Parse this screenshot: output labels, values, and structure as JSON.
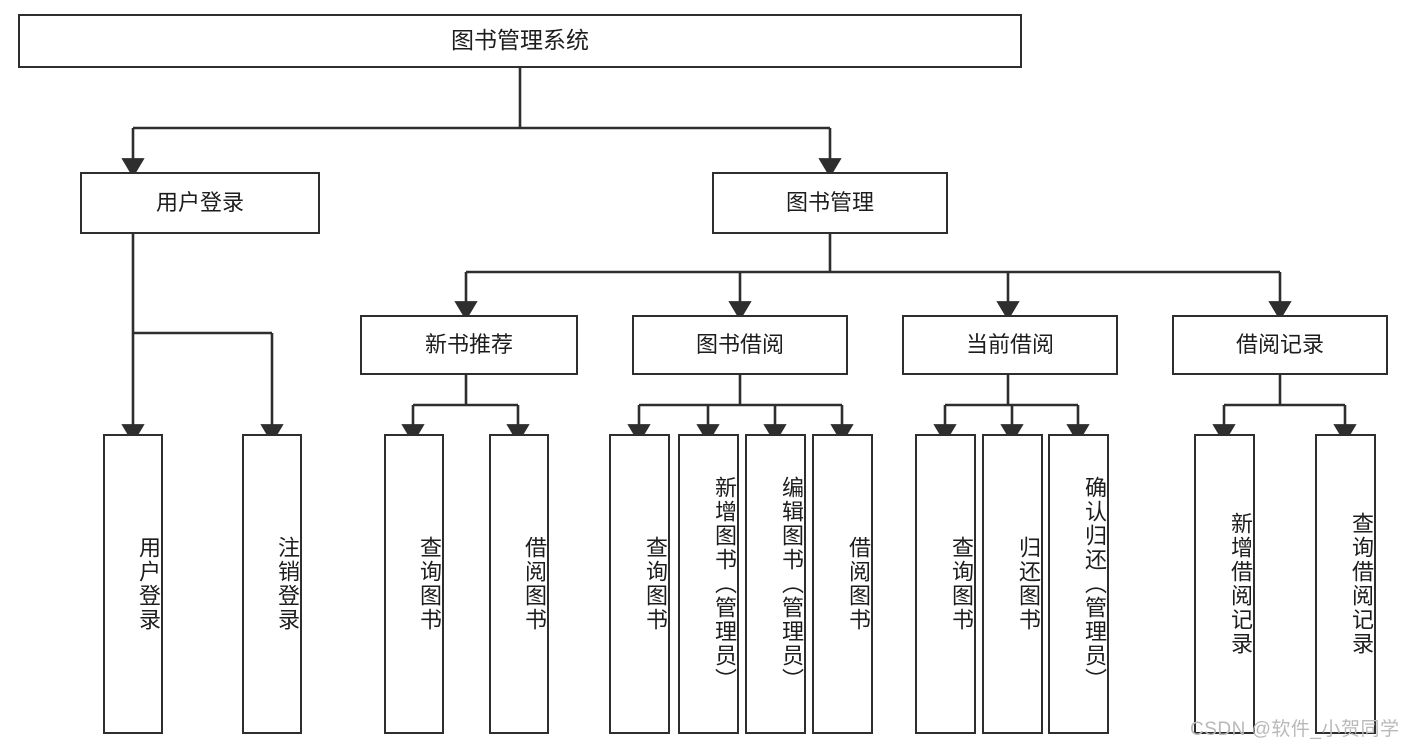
{
  "diagram": {
    "title": "图书管理系统",
    "type": "tree-hierarchy",
    "root": {
      "label": "图书管理系统"
    },
    "level2": [
      {
        "label": "用户登录"
      },
      {
        "label": "图书管理"
      }
    ],
    "level3": [
      {
        "label": "新书推荐"
      },
      {
        "label": "图书借阅"
      },
      {
        "label": "当前借阅"
      },
      {
        "label": "借阅记录"
      }
    ],
    "leaves": {
      "user_login": [
        {
          "label": "用户登录"
        },
        {
          "label": "注销登录"
        }
      ],
      "new_book_recommend": [
        {
          "label": "查询图书"
        },
        {
          "label": "借阅图书"
        }
      ],
      "book_borrow": [
        {
          "label": "查询图书"
        },
        {
          "label": "新增图书（管理员）"
        },
        {
          "label": "编辑图书（管理员）"
        },
        {
          "label": "借阅图书"
        }
      ],
      "current_borrow": [
        {
          "label": "查询图书"
        },
        {
          "label": "归还图书"
        },
        {
          "label": "确认归还（管理员）"
        }
      ],
      "borrow_record": [
        {
          "label": "新增借阅记录"
        },
        {
          "label": "查询借阅记录"
        }
      ]
    }
  },
  "watermark": {
    "text": "CSDN @软件_小贺同学"
  },
  "colors": {
    "box_border": "#2e2e2e",
    "box_fill": "#ffffff",
    "line": "#2e2e2e",
    "text": "#1d1d1d",
    "watermark": "#b9b9b9"
  }
}
